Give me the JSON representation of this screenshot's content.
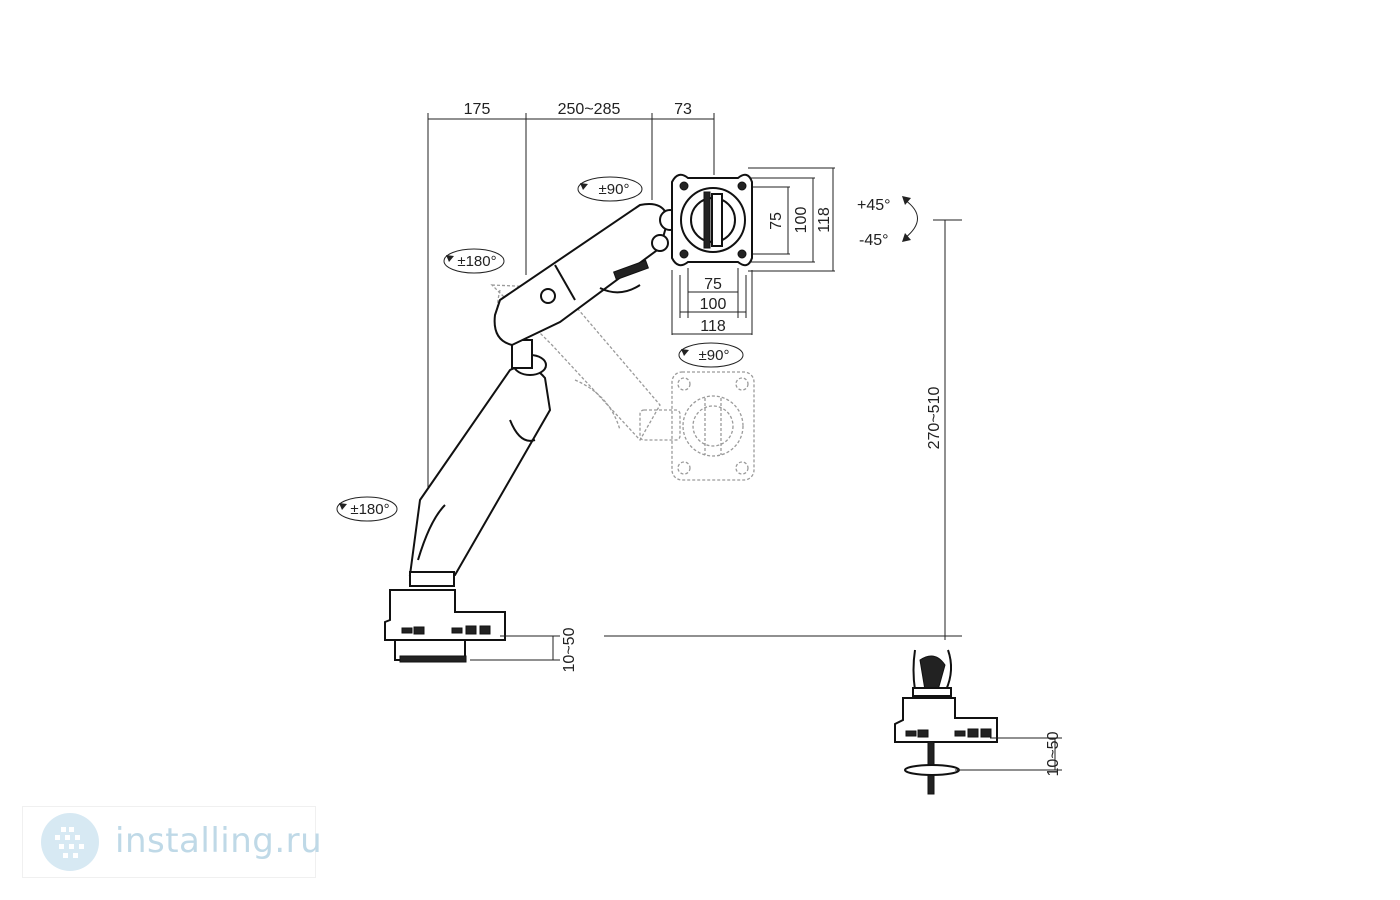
{
  "dimensions": {
    "top": [
      "175",
      "250~285",
      "73"
    ],
    "vesa_vertical": [
      "75",
      "100",
      "118"
    ],
    "vesa_horizontal": [
      "75",
      "100",
      "118"
    ],
    "height_range": "270~510",
    "clamp_range_left": "10~50",
    "clamp_range_right": "10~50"
  },
  "rotations": {
    "head_tilt_up": "+45°",
    "head_tilt_down": "-45°",
    "head_rotate_top": "±90°",
    "head_rotate_bottom": "±90°",
    "upper_arm_swivel": "±180°",
    "lower_arm_swivel": "±180°"
  },
  "watermark": {
    "text": "installing.ru",
    "logo_icon": "installing-logo-icon"
  },
  "colors": {
    "line": "#222222",
    "ghost": "#9a9a9a",
    "watermark": "#bfd9e7"
  }
}
